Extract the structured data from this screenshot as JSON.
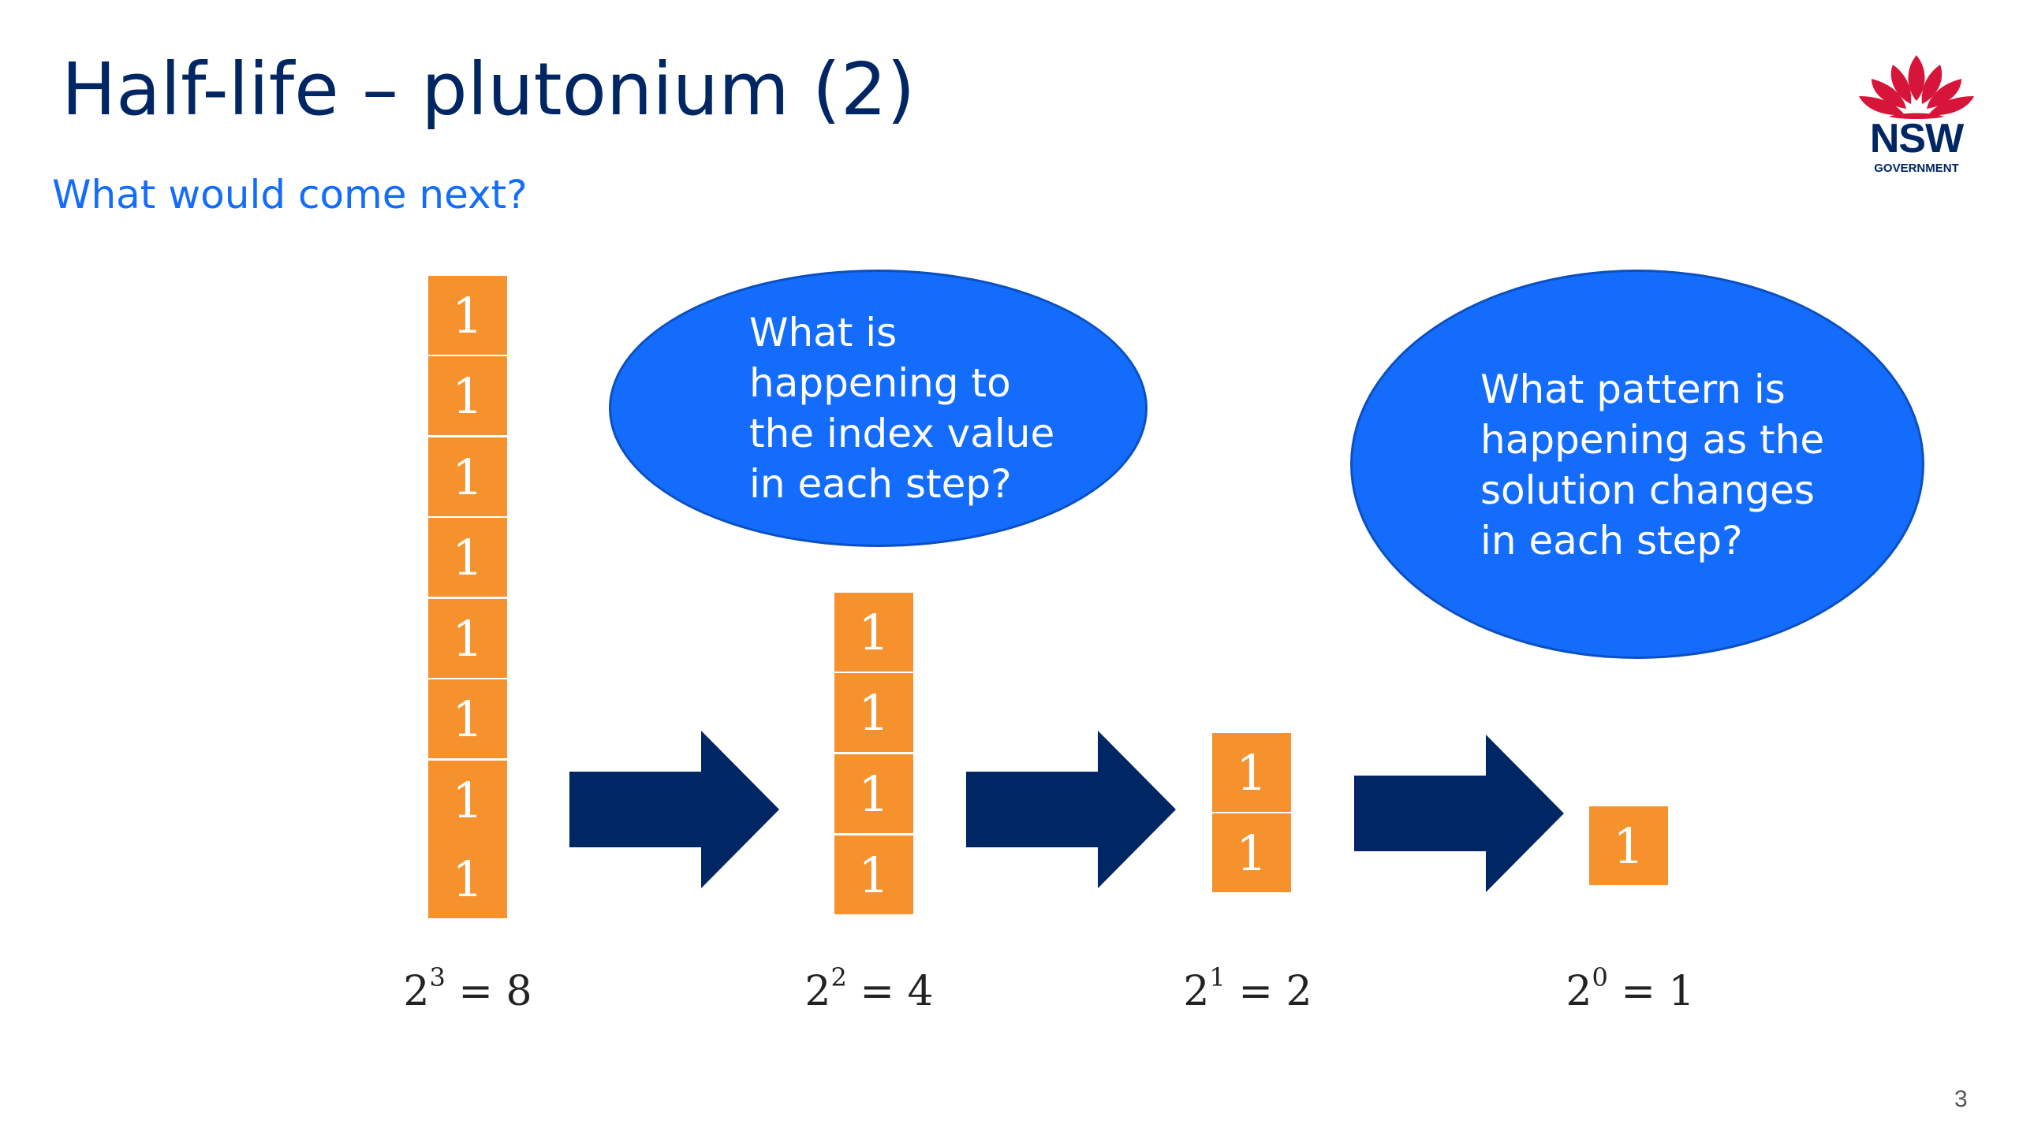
{
  "slide": {
    "title": "Half-life – plutonium (2)",
    "subtitle": "What would come next?",
    "page_number": "3"
  },
  "logo": {
    "text": "NSW",
    "subtext": "GOVERNMENT"
  },
  "stacks": [
    {
      "blocks": [
        "1",
        "1",
        "1",
        "1",
        "1",
        "1",
        "1",
        "1"
      ],
      "equation": {
        "base": "2",
        "exponent": "3",
        "result": "= 8"
      }
    },
    {
      "blocks": [
        "1",
        "1",
        "1",
        "1"
      ],
      "equation": {
        "base": "2",
        "exponent": "2",
        "result": "= 4"
      }
    },
    {
      "blocks": [
        "1",
        "1"
      ],
      "equation": {
        "base": "2",
        "exponent": "1",
        "result": "= 2"
      }
    },
    {
      "blocks": [
        "1"
      ],
      "equation": {
        "base": "2",
        "exponent": "0",
        "result": "= 1"
      }
    }
  ],
  "bubbles": [
    {
      "lines": [
        "What is",
        "happening to",
        "the index value",
        "in each step?"
      ]
    },
    {
      "lines": [
        "What pattern is",
        "happening as the",
        "solution changes",
        "in each step?"
      ]
    }
  ],
  "colors": {
    "navy": "#002664",
    "blue": "#146cfd",
    "orange": "#f6922d",
    "red": "#d7153a"
  },
  "icons": [
    "waratah-icon",
    "right-arrow-icon"
  ]
}
